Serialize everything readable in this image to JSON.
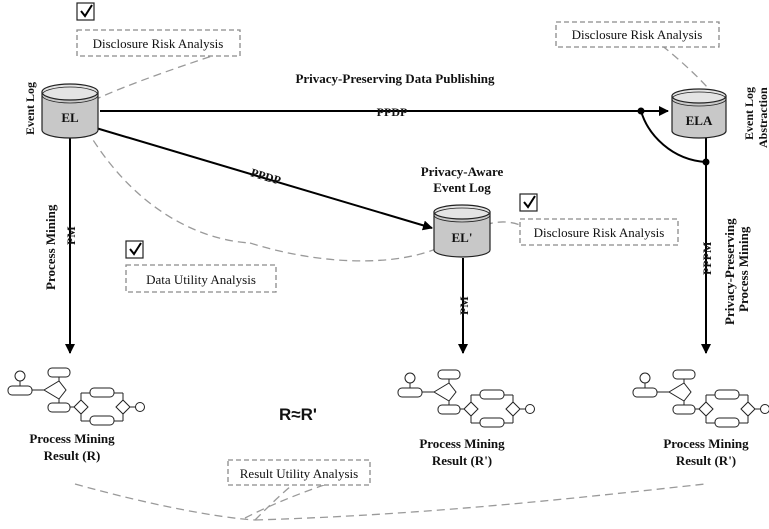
{
  "diagram": {
    "top_flow_label": "Privacy-Preserving Data Publishing",
    "ppdp_label": "PPDP",
    "ppdp_label_2": "PPDP",
    "pm_label_left": "PM",
    "pm_label_center": "PM",
    "pppm_label": "PPPM",
    "process_mining_side": "Process Mining",
    "pppm_side_line1": "Privacy-Preserving",
    "pppm_side_line2": "Process Mining",
    "equivalence": "R≈R'",
    "event_log_side": "Event Log",
    "event_log_abstraction_line1": "Event Log",
    "event_log_abstraction_line2": "Abstraction",
    "privacy_aware_line1": "Privacy-Aware",
    "privacy_aware_line2": "Event Log"
  },
  "databases": {
    "el": "EL",
    "ela": "ELA",
    "el_prime": "EL'"
  },
  "analysis_boxes": {
    "risk_left": "Disclosure Risk Analysis",
    "risk_right": "Disclosure Risk Analysis",
    "risk_center": "Disclosure Risk Analysis",
    "data_utility": "Data Utility Analysis",
    "result_utility": "Result Utility Analysis"
  },
  "checkbox_glyph": "☑",
  "results": {
    "left_line1": "Process Mining",
    "left_line2": "Result (R)",
    "center_line1": "Process Mining",
    "center_line2": "Result (R')",
    "right_line1": "Process Mining",
    "right_line2": "Result (R')"
  }
}
